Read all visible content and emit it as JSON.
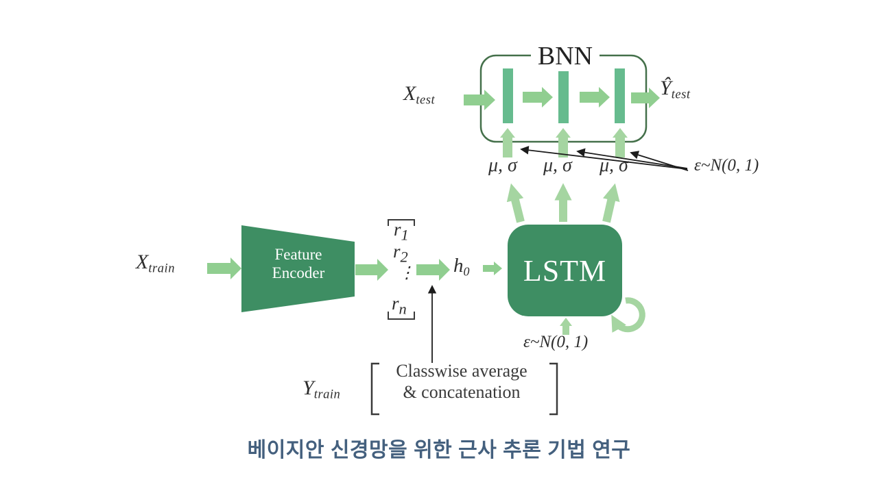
{
  "slide": {
    "title": "베이지안 신경망을 위한 근사 추론 기법 연구"
  },
  "bnn": {
    "label": "BNN",
    "input": {
      "base": "X",
      "sub": "test"
    },
    "output": {
      "base": "Ŷ",
      "sub": "test"
    },
    "mu_sigma": "μ, σ",
    "noise": "ε~N(0, 1)"
  },
  "pipeline": {
    "input": {
      "base": "X",
      "sub": "train"
    },
    "encoder_lines": [
      "Feature",
      "Encoder"
    ],
    "vector": {
      "r1": {
        "base": "r",
        "sub": "1"
      },
      "r2": {
        "base": "r",
        "sub": "2"
      },
      "dots": "⋮",
      "rn": {
        "base": "r",
        "sub": "n"
      }
    },
    "hidden": {
      "base": "h",
      "sub": "0"
    },
    "lstm": "LSTM",
    "noise": "ε~N(0, 1)"
  },
  "bottom": {
    "label": {
      "base": "Y",
      "sub": "train"
    },
    "op_lines": [
      "Classwise average",
      "& concatenation"
    ]
  },
  "colors": {
    "box_green": "#3E8E63",
    "bar_green": "#66BB8E",
    "arrow_green": "#90CE90",
    "soft_green": "#A5D5A1",
    "border_green": "#44704A",
    "title_blue": "#44607E",
    "ink": "#2E2E2E"
  }
}
